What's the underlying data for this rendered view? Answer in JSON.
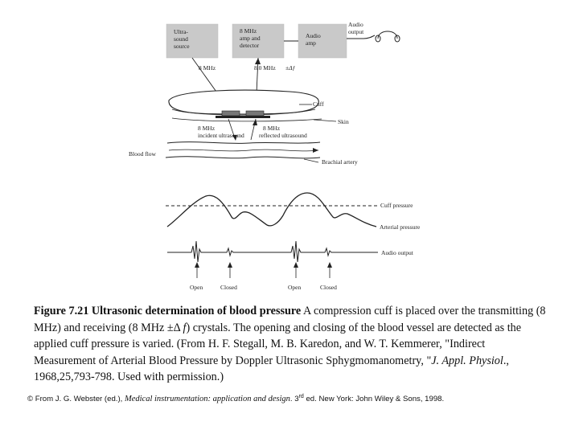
{
  "figure": {
    "boxes": {
      "ultrasound_source": [
        "Ultra-",
        "sound",
        "source"
      ],
      "amp_detector": [
        "8 MHz",
        "amp and",
        "detector"
      ],
      "audio_amp": [
        "Audio",
        "amp"
      ]
    },
    "labels": {
      "audio_output_top": [
        "Audio",
        "output"
      ],
      "freq_8": "8 MHz",
      "freq_8_0": "8.0 MHz",
      "freq_delta": "±Δƒ",
      "cuff": "Cuff",
      "skin": "Skin",
      "incident_freq": "8 MHz",
      "incident": "incident ultrasound",
      "reflected_freq": "8 MHz",
      "reflected": "reflected ultrasound",
      "blood_flow": "Blood flow",
      "brachial_artery": "Brachial artery",
      "cuff_pressure": "Cuff pressure",
      "arterial_pressure": "Arterial pressure",
      "audio_output_trace": "Audio output",
      "open_1": "Open",
      "closed_1": "Closed",
      "open_2": "Open",
      "closed_2": "Closed"
    }
  },
  "caption": {
    "title": "Figure 7.21 Ultrasonic determination of blood pressure",
    "text_1": " A compression cuff is placed over the transmitting (8 MHz) and receiving (8 MHz ±Δ ",
    "f_symbol": "f",
    "text_2": ") crystals. The opening and closing of the blood vessel are detected as the applied cuff pressure is varied. (From H. F. Stegall, M. B. Karedon, and W. T. Kemmerer, \"Indirect Measurement of Arterial Blood Pressure by Doppler Ultrasonic Sphygmomanometry, \"",
    "journal": "J. Appl. Physiol",
    "text_3": "., 1968,25,793-798. Used with permission.)"
  },
  "credit": {
    "prefix": "© From J. G. Webster (ed.), ",
    "book": "Medical instrumentation: application and design",
    "edition_num": ". 3",
    "edition_sup": "rd",
    "suffix": " ed. New York: John Wiley & Sons, 1998."
  }
}
